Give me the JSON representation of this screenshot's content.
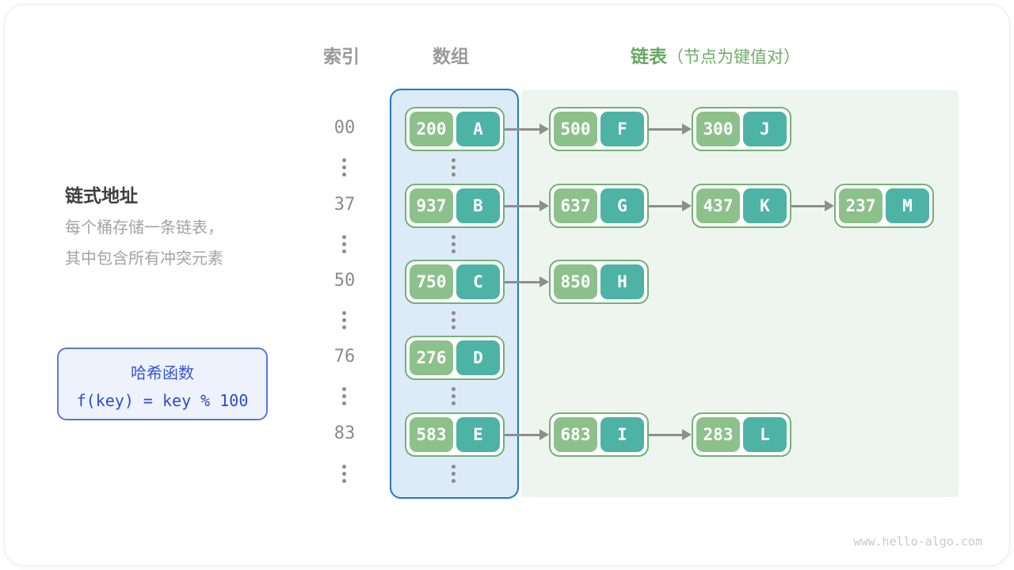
{
  "header": {
    "index": "索引",
    "array": "数组",
    "list": "链表",
    "list_note": "（节点为键值对）"
  },
  "left_panel": {
    "title": "链式地址",
    "description": "每个桶存储一条链表，\n其中包含所有冲突元素"
  },
  "hash_box": {
    "title": "哈希函数",
    "formula": "f(key) = key % 100"
  },
  "rows": [
    {
      "index": "00",
      "bucket": {
        "key": "200",
        "value": "A"
      },
      "chain": [
        {
          "key": "500",
          "value": "F"
        },
        {
          "key": "300",
          "value": "J"
        }
      ]
    },
    {
      "index": "37",
      "bucket": {
        "key": "937",
        "value": "B"
      },
      "chain": [
        {
          "key": "637",
          "value": "G"
        },
        {
          "key": "437",
          "value": "K"
        },
        {
          "key": "237",
          "value": "M"
        }
      ]
    },
    {
      "index": "50",
      "bucket": {
        "key": "750",
        "value": "C"
      },
      "chain": [
        {
          "key": "850",
          "value": "H"
        }
      ]
    },
    {
      "index": "76",
      "bucket": {
        "key": "276",
        "value": "D"
      },
      "chain": []
    },
    {
      "index": "83",
      "bucket": {
        "key": "583",
        "value": "E"
      },
      "chain": [
        {
          "key": "683",
          "value": "I"
        },
        {
          "key": "283",
          "value": "L"
        }
      ]
    }
  ],
  "watermark": "www.hello-algo.com",
  "colors": {
    "array_fill": "#dcebf7",
    "array_border": "#1e7bc8",
    "list_region_fill": "#edf5ee",
    "node_border": "#73b175",
    "key_cell": "#8dc18b",
    "value_cell": "#4db3a5",
    "arrow": "#8e8e8e",
    "header_gray": "#999999",
    "header_green": "#68a862",
    "hash_blue": "#3a56d4"
  }
}
